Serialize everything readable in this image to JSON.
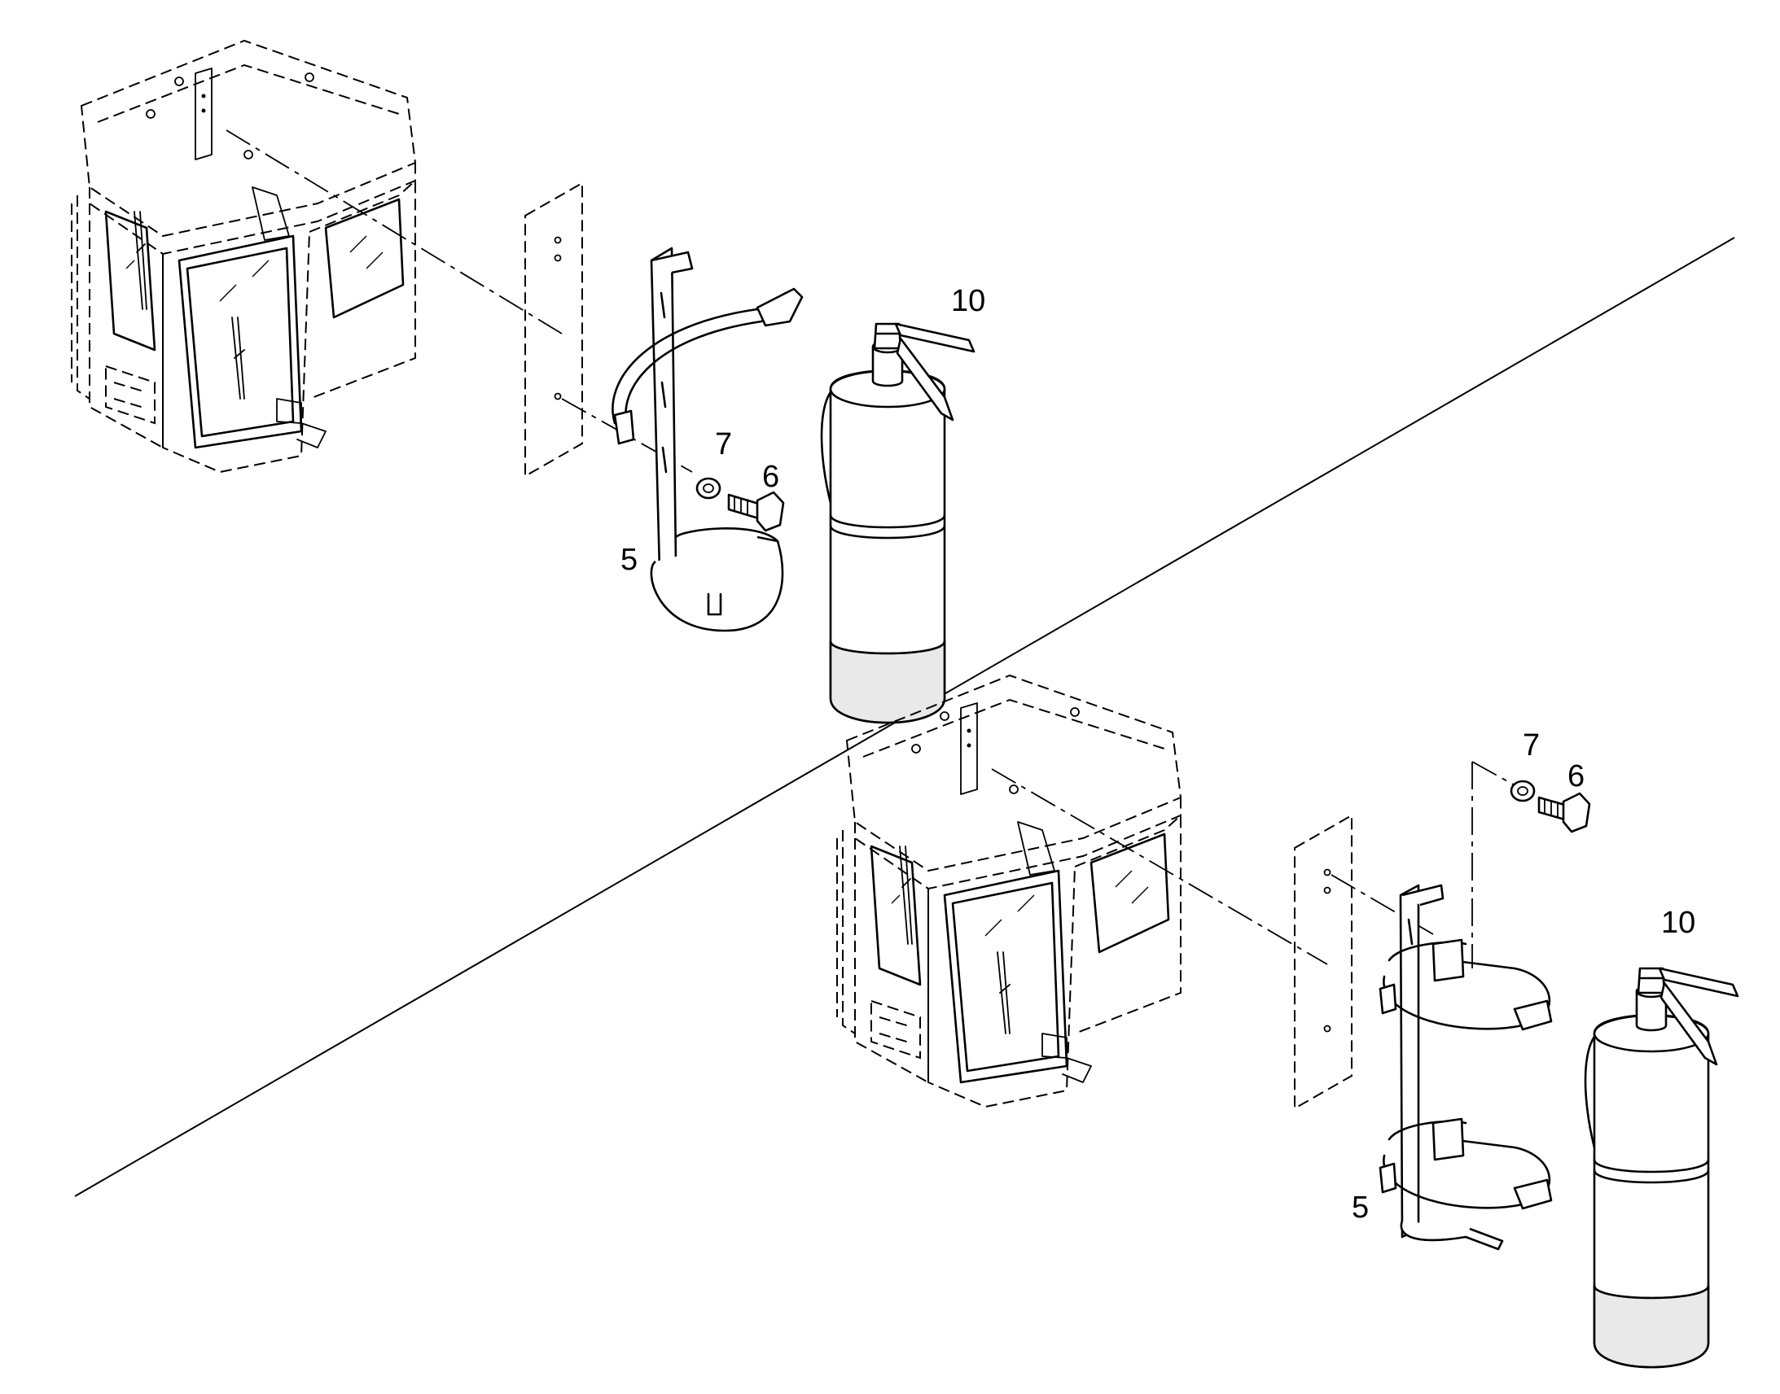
{
  "callouts": {
    "top": {
      "bracket": "5",
      "bolt": "6",
      "washer": "7",
      "extinguisher": "10"
    },
    "bottom": {
      "bracket": "5",
      "bolt": "6",
      "washer": "7",
      "extinguisher": "10"
    }
  }
}
